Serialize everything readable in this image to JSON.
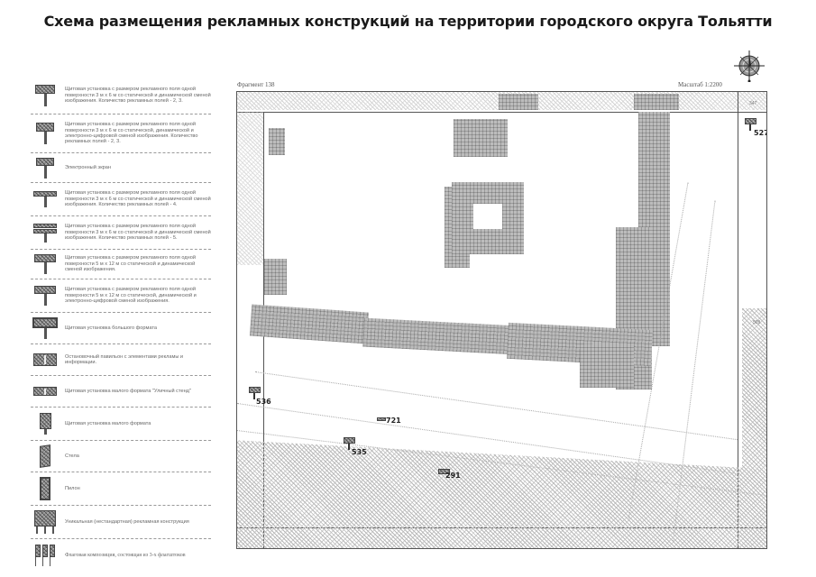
{
  "header": {
    "title": "Схема размещения рекламных конструкций на территории городского округа Тольятти"
  },
  "map": {
    "fragment_label": "Фрагмент 138",
    "scale_label": "Масштаб 1:2200",
    "compass_icon": "compass-rose-icon",
    "parcel_labels": [
      "347",
      "509"
    ],
    "markers": [
      {
        "id": "527",
        "type": "billboard-3x6"
      },
      {
        "id": "536",
        "type": "billboard-3x6"
      },
      {
        "id": "721",
        "type": "small-format-info-stand"
      },
      {
        "id": "535",
        "type": "billboard-3x6"
      },
      {
        "id": "291",
        "type": "small-format-info-stand"
      }
    ]
  },
  "legend": {
    "items": [
      {
        "icon": "billboard-static-dynamic-icon",
        "text": "Щитовая установка с размером рекламного поля одной поверхности 3 м х 6 м со статической и динамической сменой изображения. Количество рекламных полей - 2, 3."
      },
      {
        "icon": "billboard-digital-icon",
        "text": "Щитовая установка с размером рекламного поля одной поверхности 3 м х 6 м со статической, динамической и электронно-цифровой сменой изображения. Количество рекламных полей - 2, 3."
      },
      {
        "icon": "electronic-screen-icon",
        "text": "Электронный экран"
      },
      {
        "icon": "billboard-4-fields-icon",
        "text": "Щитовая установка с размером рекламного поля одной поверхности 3 м х 6 м со статической и динамической сменой изображения. Количество рекламных полей - 4."
      },
      {
        "icon": "billboard-5-fields-icon",
        "text": "Щитовая установка с размером рекламного поля одной поверхности 3 м х 6 м со статической и динамической сменой изображения. Количество рекламных полей - 5."
      },
      {
        "icon": "billboard-5x12-icon",
        "text": "Щитовая установка с размером рекламного поля одной поверхности 5 м х 12 м со статической и динамической сменой изображения."
      },
      {
        "icon": "billboard-5x12-digital-icon",
        "text": "Щитовая установка с размером рекламного поля одной поверхности 5 м х 12 м со статической, динамической и электронно-цифровой сменой изображения."
      },
      {
        "icon": "large-format-billboard-icon",
        "text": "Щитовая установка большого формата"
      },
      {
        "icon": "bus-stop-pavilion-icon",
        "text": "Остановочный павильон с элементами рекламы и информации."
      },
      {
        "icon": "info-stand-icon",
        "text": "Щитовая установка малого формата \"Уличный стенд\""
      },
      {
        "icon": "small-format-billboard-icon",
        "text": "Щитовая установка малого формата"
      },
      {
        "icon": "stela-icon",
        "text": "Стела"
      },
      {
        "icon": "pylon-icon",
        "text": "Пилон"
      },
      {
        "icon": "unique-construction-icon",
        "text": "Уникальная (нестандартная) рекламная конструкция"
      },
      {
        "icon": "flag-composition-icon",
        "text": "Флаговая композиция, состоящая из 3-х флагштоков"
      }
    ]
  }
}
